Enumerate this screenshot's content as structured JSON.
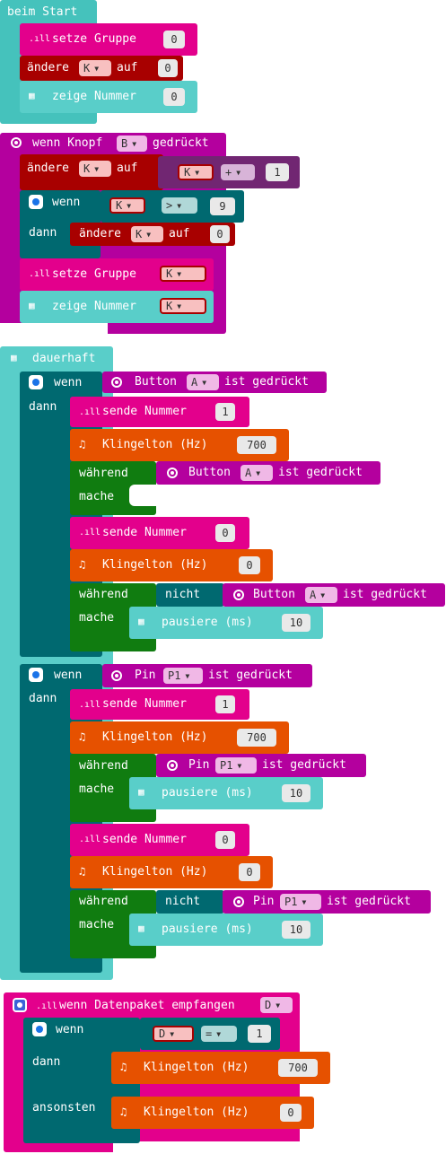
{
  "colors": {
    "basic": "#1e90ff",
    "radio": "#e3008c",
    "variable": "#a80000",
    "math": "#712672",
    "logic": "#006970",
    "input": "#b4009e",
    "music": "#e65100",
    "loops": "#107c10",
    "cyan": "#59cec9",
    "text_dark": "#333333"
  },
  "on_start": {
    "hat": "beim Start",
    "set_group": "setze Gruppe",
    "set_group_value": "0",
    "change_label": "ändere",
    "change_var": "K",
    "change_by": "auf",
    "change_value": "0",
    "show_number": "zeige Nummer",
    "show_number_value": "0"
  },
  "on_button": {
    "hat_prefix": "wenn Knopf",
    "button": "B",
    "hat_suffix": "gedrückt",
    "change_label": "ändere",
    "change_var": "K",
    "change_by": "auf",
    "math_var": "K",
    "math_op": "+",
    "math_value": "1",
    "if_label": "wenn",
    "cmp_var": "K",
    "cmp_op": ">",
    "cmp_value": "9",
    "then_label": "dann",
    "then_change_label": "ändere",
    "then_change_var": "K",
    "then_change_by": "auf",
    "then_change_value": "0",
    "set_group": "setze Gruppe",
    "set_group_var": "K",
    "show_number": "zeige Nummer",
    "show_number_var": "K"
  },
  "forever": {
    "hat": "dauerhaft",
    "if_label": "wenn",
    "then_label": "dann",
    "while_label": "während",
    "do_label": "mache",
    "not_label": "nicht",
    "send_number": "sende Nummer",
    "ring_tone": "Klingelton (Hz)",
    "pause": "pausiere (ms)",
    "button_label": "Button",
    "pin_label": "Pin",
    "pressed": "ist gedrückt",
    "button_a": "A",
    "pin_p1": "P1",
    "one": "1",
    "zero": "0",
    "freq": "700",
    "pause_ms": "10"
  },
  "on_received": {
    "hat": "wenn Datenpaket empfangen",
    "param": "D",
    "if_label": "wenn",
    "cmp_var": "D",
    "cmp_op": "=",
    "cmp_value": "1",
    "then_label": "dann",
    "ring_tone": "Klingelton (Hz)",
    "freq": "700",
    "else_label": "ansonsten",
    "else_ring_tone": "Klingelton (Hz)",
    "else_freq": "0"
  }
}
